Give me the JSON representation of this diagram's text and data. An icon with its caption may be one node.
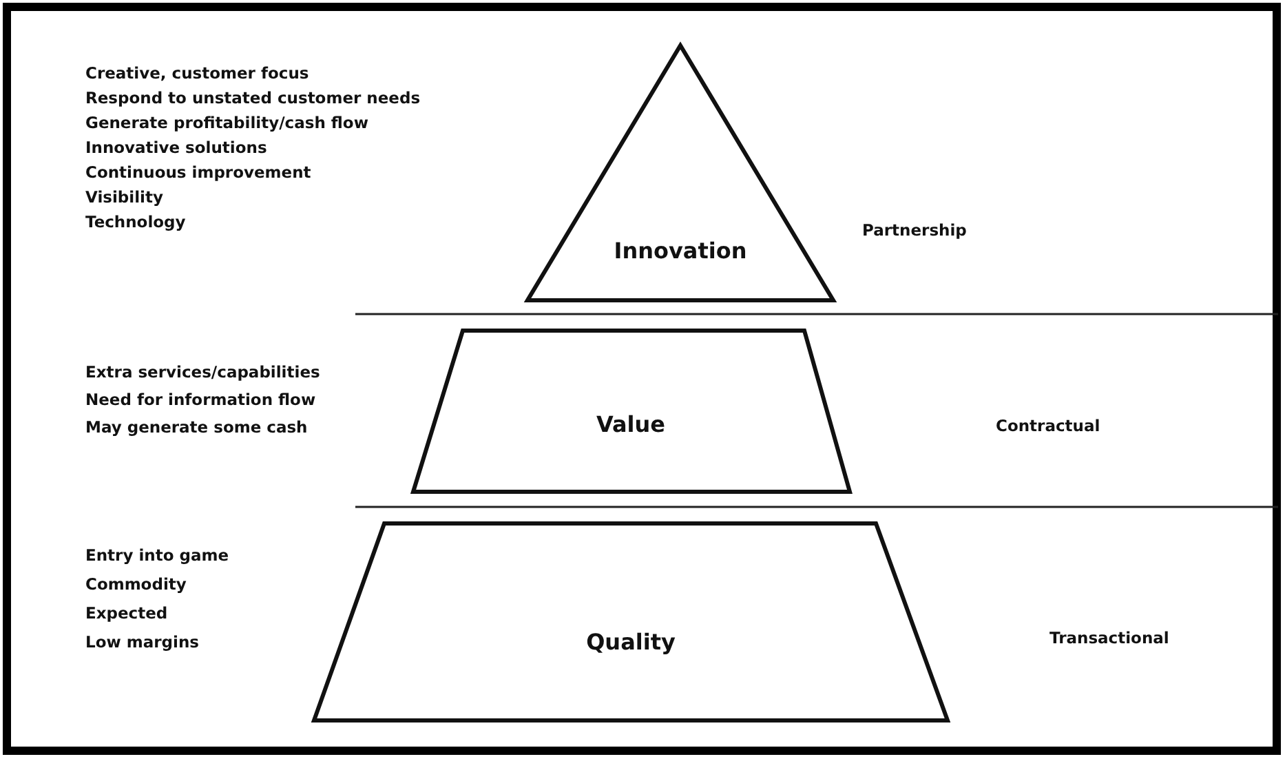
{
  "diagram": {
    "nodes": [
      {
        "text": [
          "Innovation"
        ]
      },
      {
        "text": [
          "Value"
        ]
      },
      {
        "text": [
          "Quality"
        ]
      }
    ],
    "edges": [],
    "labels": [
      "Creative, customer focus",
      "Respond to unstated customer needs",
      "Generate profitability/cash flow",
      "Innovative solutions",
      "Continuous improvement",
      "Visibility",
      "Technology",
      "Partnership",
      "Extra services/capabilities",
      "Need for information flow",
      "May generate some cash",
      "Contractual",
      "Entry into game",
      "Commodity",
      "Expected",
      "Low margins",
      "Transactional"
    ]
  }
}
